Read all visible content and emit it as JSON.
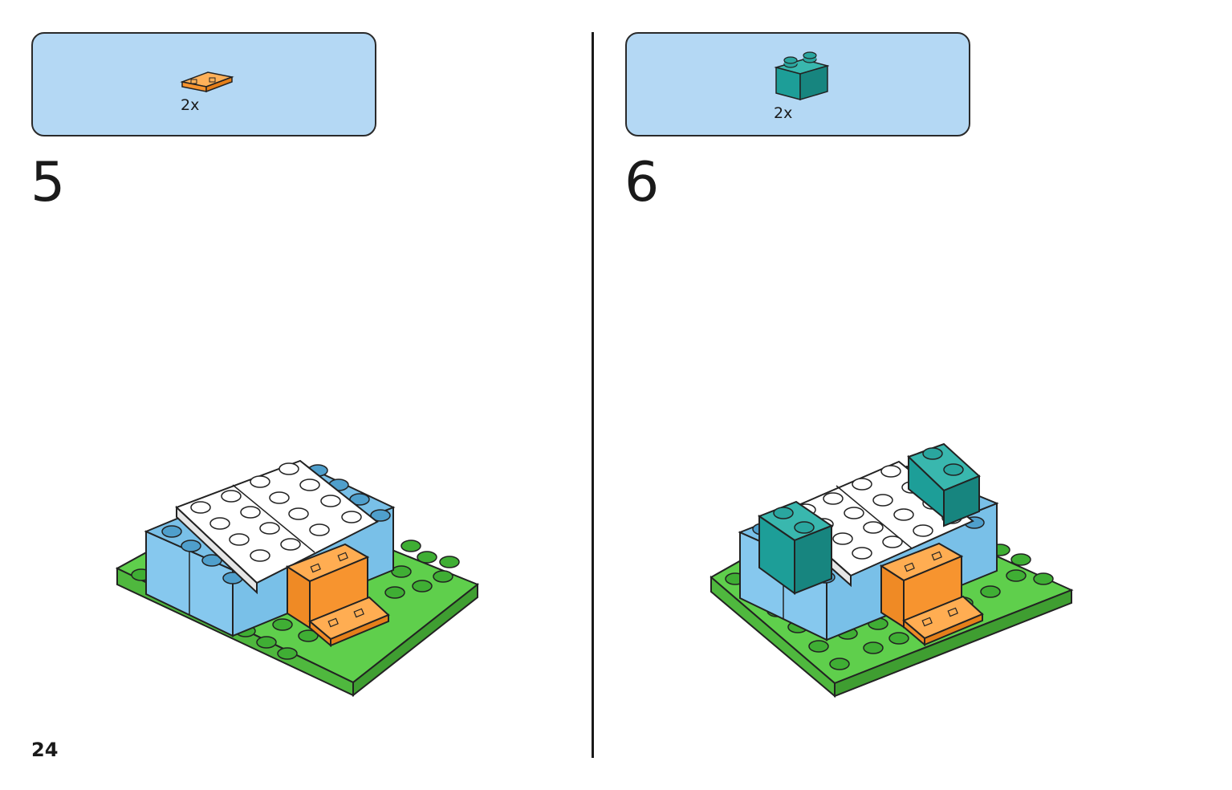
{
  "page": {
    "number": "24"
  },
  "steps": [
    {
      "number": "5",
      "parts": [
        {
          "quantity": "2x",
          "icon": "orange-tile-icon",
          "color": "#f7942f"
        }
      ]
    },
    {
      "number": "6",
      "parts": [
        {
          "quantity": "2x",
          "icon": "teal-brick-icon",
          "color": "#1d9e98"
        }
      ]
    }
  ],
  "colors": {
    "callout_bg": "#b4d8f4",
    "baseplate": "#5fcf4c",
    "wall": "#79c0e8",
    "roof": "#ffffff",
    "door": "#f7942f",
    "teal": "#1d9e98"
  }
}
